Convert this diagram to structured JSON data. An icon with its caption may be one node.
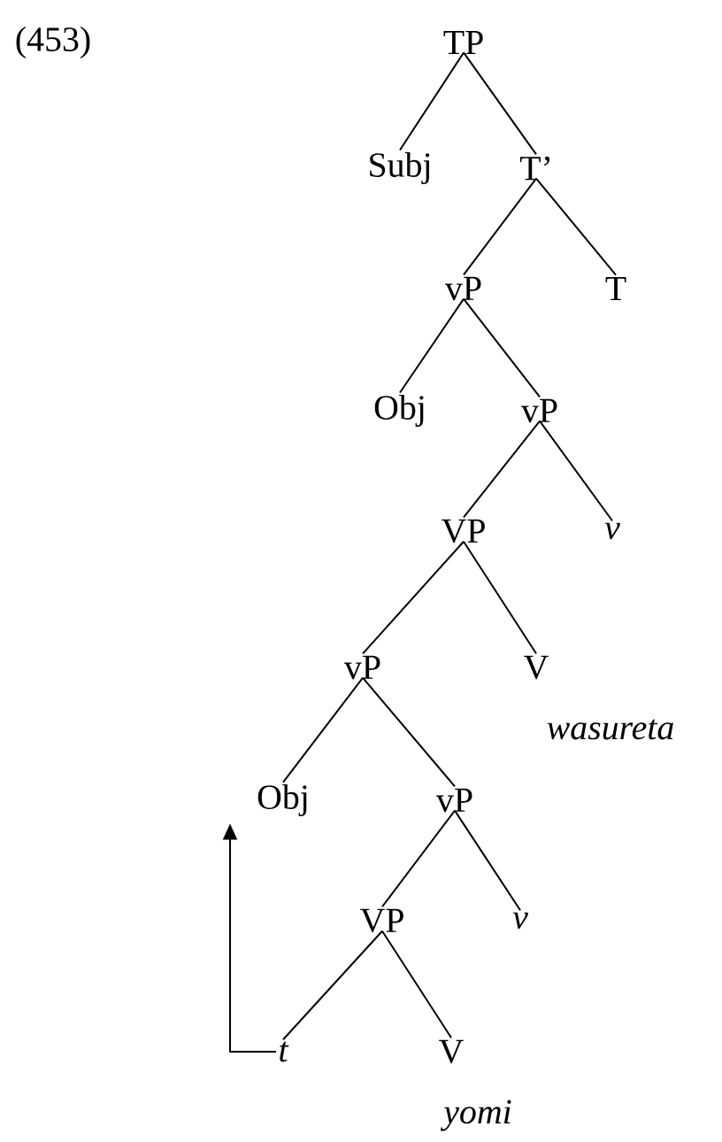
{
  "diagram": {
    "nodes": [
      {
        "text": [
          "TP"
        ]
      },
      {
        "text": [
          "Subj"
        ]
      },
      {
        "text": [
          "T’"
        ]
      },
      {
        "text": [
          "vP"
        ]
      },
      {
        "text": [
          "T"
        ]
      },
      {
        "text": [
          "Obj"
        ]
      },
      {
        "text": [
          "vP"
        ]
      },
      {
        "text": [
          "VP"
        ]
      },
      {
        "text": [
          "v"
        ]
      },
      {
        "text": [
          "vP"
        ]
      },
      {
        "text": [
          "V"
        ],
        "beside": [
          "wasureta"
        ]
      },
      {
        "text": [
          "Obj"
        ]
      },
      {
        "text": [
          "vP"
        ]
      },
      {
        "text": [
          "VP"
        ]
      },
      {
        "text": [
          "v"
        ]
      },
      {
        "text": [
          "t"
        ]
      },
      {
        "text": [
          "V"
        ],
        "beside": [
          "yomi"
        ]
      }
    ],
    "edges": [
      {
        "from": 0,
        "to": 1,
        "arrow": "none"
      },
      {
        "from": 0,
        "to": 2,
        "arrow": "none"
      },
      {
        "from": 2,
        "to": 3,
        "arrow": "none"
      },
      {
        "from": 2,
        "to": 4,
        "arrow": "none"
      },
      {
        "from": 3,
        "to": 5,
        "arrow": "none"
      },
      {
        "from": 3,
        "to": 6,
        "arrow": "none"
      },
      {
        "from": 6,
        "to": 7,
        "arrow": "none"
      },
      {
        "from": 6,
        "to": 8,
        "arrow": "none"
      },
      {
        "from": 7,
        "to": 9,
        "arrow": "none"
      },
      {
        "from": 7,
        "to": 10,
        "arrow": "none"
      },
      {
        "from": 9,
        "to": 11,
        "arrow": "none"
      },
      {
        "from": 9,
        "to": 12,
        "arrow": "none"
      },
      {
        "from": 12,
        "to": 13,
        "arrow": "none"
      },
      {
        "from": 12,
        "to": 14,
        "arrow": "none"
      },
      {
        "from": 13,
        "to": 15,
        "arrow": "none"
      },
      {
        "from": 13,
        "to": 16,
        "arrow": "none"
      },
      {
        "from": 15,
        "to": 11,
        "arrow": "to"
      }
    ],
    "labels": [
      "(453)"
    ]
  }
}
